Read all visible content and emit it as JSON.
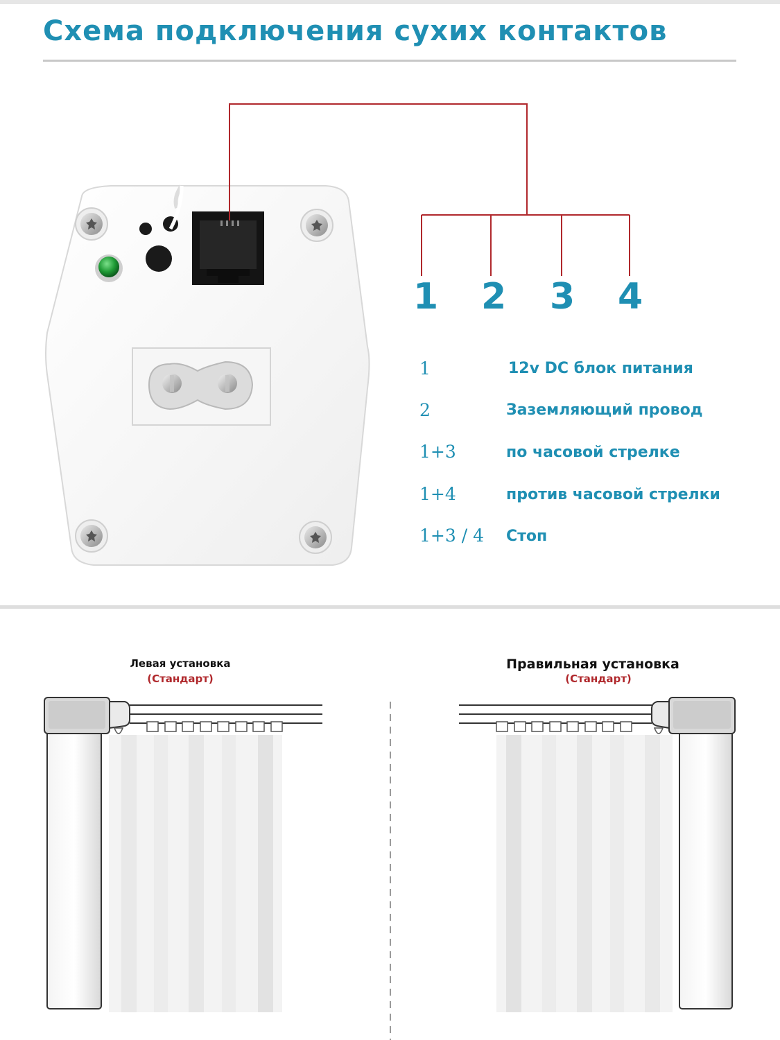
{
  "title": "Схема подключения сухих контактов",
  "pins": [
    "1",
    "2",
    "3",
    "4"
  ],
  "legend": [
    {
      "key": "1",
      "label": "12v DC блок питания"
    },
    {
      "key": "2",
      "label": "Заземляющий провод"
    },
    {
      "key": "1+3",
      "label": "по часовой стрелке"
    },
    {
      "key": "1+4",
      "label": "против часовой стрелки"
    },
    {
      "key": "1+3 / 4",
      "label": "Стоп"
    }
  ],
  "installations": {
    "left": {
      "title": "Левая установка",
      "subtitle": "(Стандарт)"
    },
    "right": {
      "title": "Правильная установка",
      "subtitle": "(Стандарт)"
    }
  },
  "colors": {
    "accent": "#1f8fb3",
    "wire": "#b0282c",
    "subtitle": "#b0282c"
  },
  "icons": [
    "screw-icon",
    "led-indicator-icon",
    "rj-port-icon",
    "power-socket-icon",
    "curtain-motor-icon"
  ]
}
